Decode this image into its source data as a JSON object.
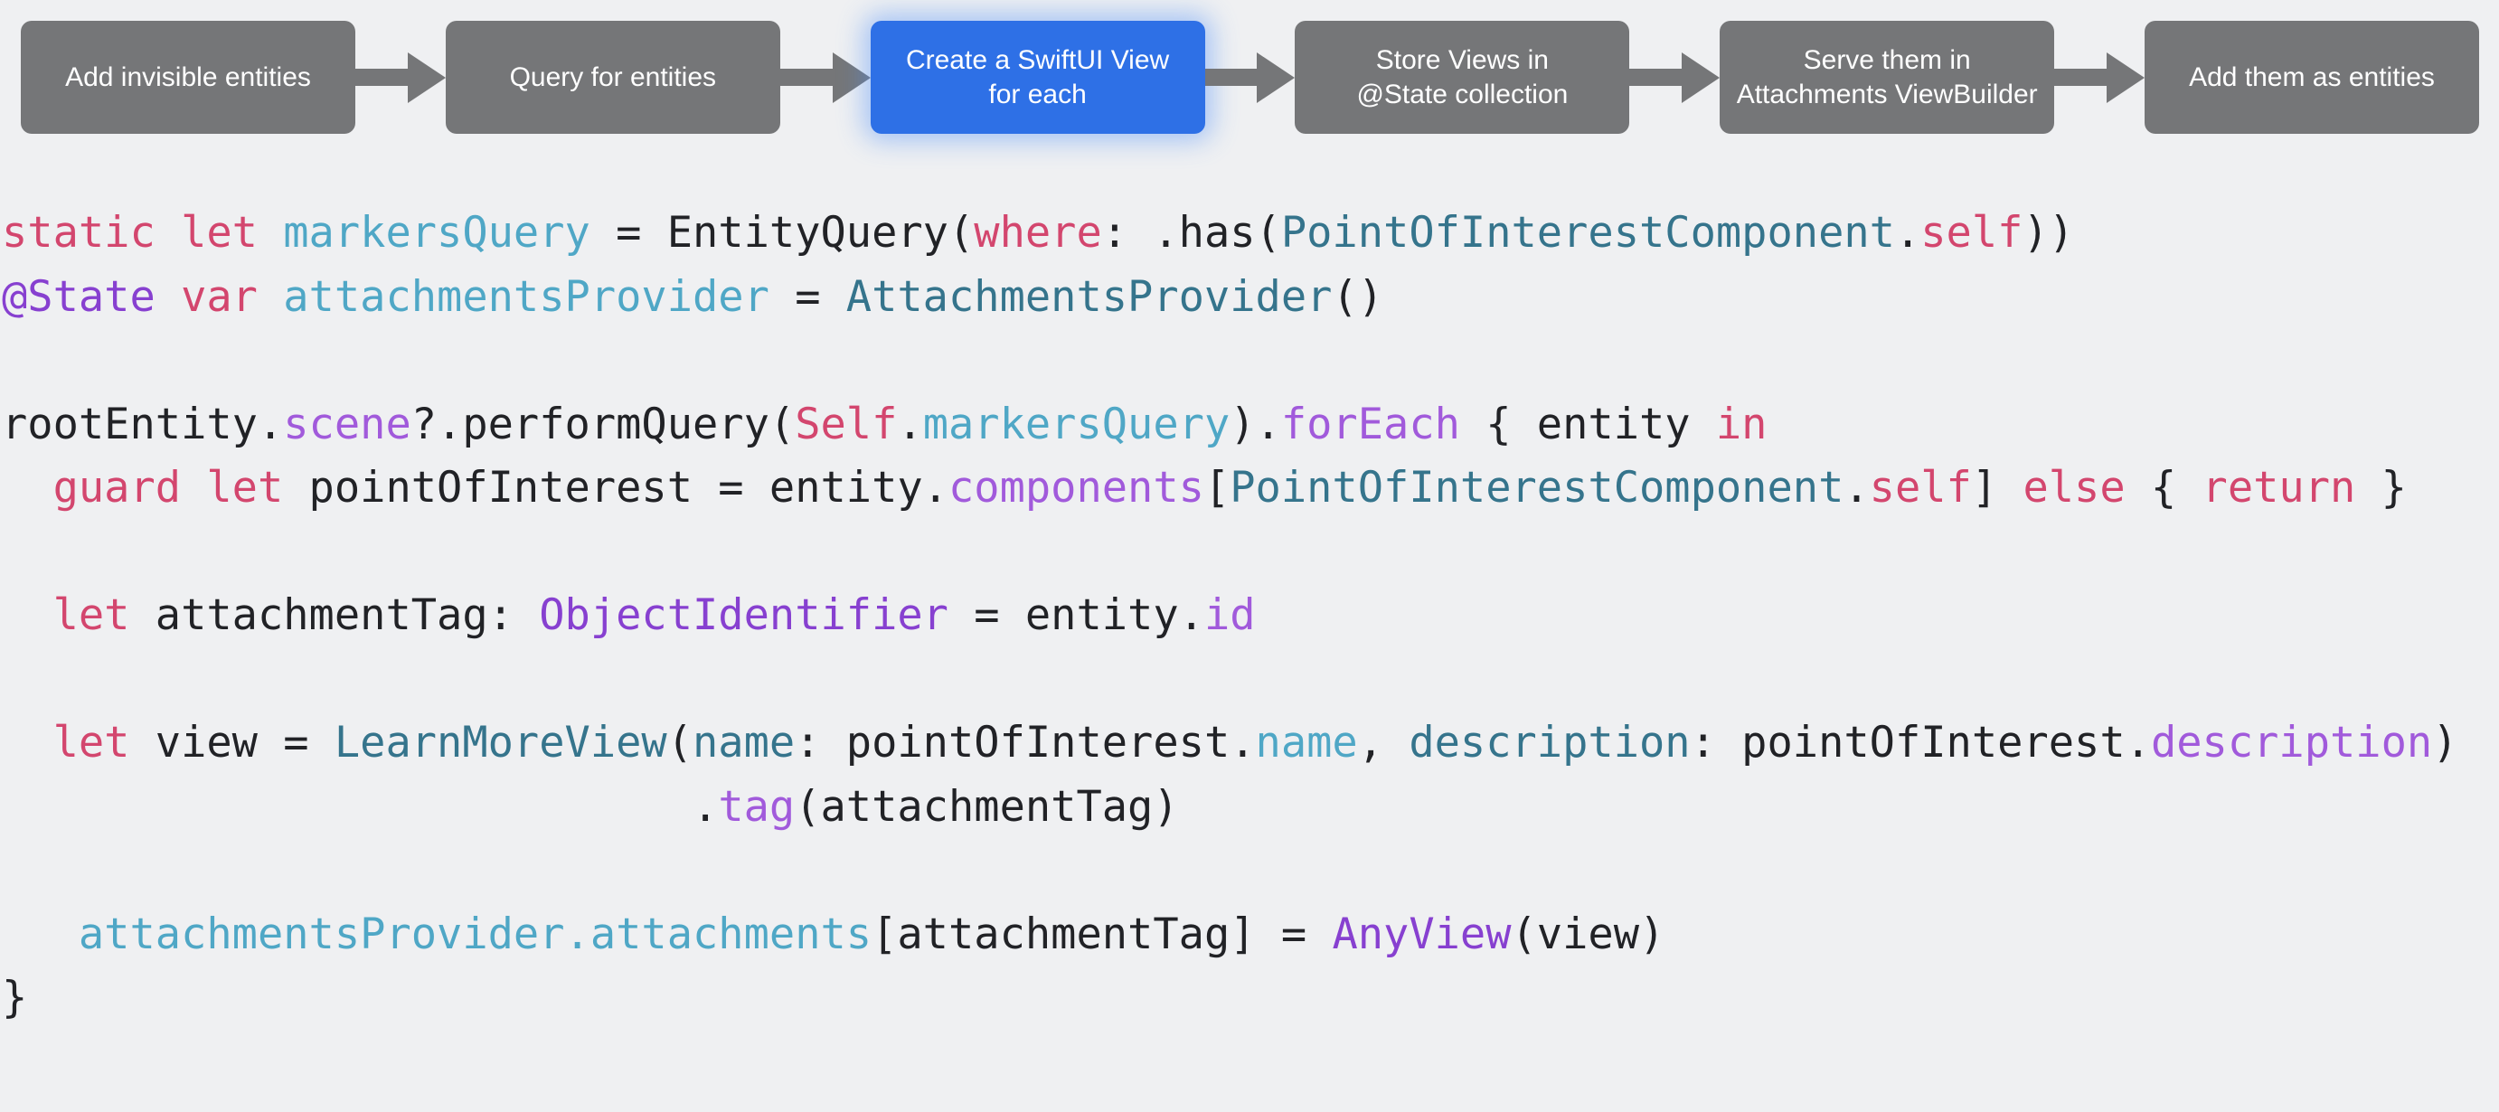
{
  "page": {
    "background": "#EFF0F2"
  },
  "flow": {
    "box_color": "#757678",
    "active_color": "#2E70E6",
    "arrow_color": "#757678",
    "text_color": "#FFFFFF",
    "steps": [
      {
        "label": "Add invisible entities",
        "active": false
      },
      {
        "label": "Query for entities",
        "active": false
      },
      {
        "label": "Create a SwiftUI View\nfor each",
        "active": true
      },
      {
        "label": "Store Views in\n@State collection",
        "active": false
      },
      {
        "label": "Serve them in\nAttachments ViewBuilder",
        "active": false
      },
      {
        "label": "Add them as entities",
        "active": false
      }
    ]
  },
  "code": {
    "language": "swift",
    "colors": {
      "keyword": "#D3466E",
      "attribute": "#8740D0",
      "type": "#35748C",
      "variable": "#4FA7C6",
      "property": "#A15ADB",
      "plain": "#212226"
    },
    "lines": [
      {
        "tokens": [
          {
            "c": "k",
            "t": "static"
          },
          {
            "c": "pl",
            "t": " "
          },
          {
            "c": "k",
            "t": "let"
          },
          {
            "c": "pl",
            "t": " "
          },
          {
            "c": "v",
            "t": "markersQuery"
          },
          {
            "c": "pl",
            "t": " = EntityQuery("
          },
          {
            "c": "k",
            "t": "where"
          },
          {
            "c": "pl",
            "t": ": .has("
          },
          {
            "c": "tp",
            "t": "PointOfInterestComponent"
          },
          {
            "c": "pl",
            "t": "."
          },
          {
            "c": "k",
            "t": "self"
          },
          {
            "c": "pl",
            "t": "))"
          }
        ]
      },
      {
        "tokens": [
          {
            "c": "at",
            "t": "@State"
          },
          {
            "c": "pl",
            "t": " "
          },
          {
            "c": "k",
            "t": "var"
          },
          {
            "c": "pl",
            "t": " "
          },
          {
            "c": "v",
            "t": "attachmentsProvider"
          },
          {
            "c": "pl",
            "t": " = "
          },
          {
            "c": "tp",
            "t": "AttachmentsProvider"
          },
          {
            "c": "pl",
            "t": "()"
          }
        ]
      },
      {
        "tokens": []
      },
      {
        "tokens": [
          {
            "c": "pl",
            "t": "rootEntity."
          },
          {
            "c": "pr",
            "t": "scene"
          },
          {
            "c": "pl",
            "t": "?.performQuery("
          },
          {
            "c": "k",
            "t": "Self"
          },
          {
            "c": "pl",
            "t": "."
          },
          {
            "c": "v",
            "t": "markersQuery"
          },
          {
            "c": "pl",
            "t": ")."
          },
          {
            "c": "pr",
            "t": "forEach"
          },
          {
            "c": "pl",
            "t": " { entity "
          },
          {
            "c": "k",
            "t": "in"
          }
        ]
      },
      {
        "tokens": [
          {
            "c": "pl",
            "t": "  "
          },
          {
            "c": "k",
            "t": "guard"
          },
          {
            "c": "pl",
            "t": " "
          },
          {
            "c": "k",
            "t": "let"
          },
          {
            "c": "pl",
            "t": " pointOfInterest = entity."
          },
          {
            "c": "pr",
            "t": "components"
          },
          {
            "c": "pl",
            "t": "["
          },
          {
            "c": "tp",
            "t": "PointOfInterestComponent"
          },
          {
            "c": "pl",
            "t": "."
          },
          {
            "c": "k",
            "t": "self"
          },
          {
            "c": "pl",
            "t": "] "
          },
          {
            "c": "k",
            "t": "else"
          },
          {
            "c": "pl",
            "t": " { "
          },
          {
            "c": "k",
            "t": "return"
          },
          {
            "c": "pl",
            "t": " }"
          }
        ]
      },
      {
        "tokens": []
      },
      {
        "tokens": [
          {
            "c": "pl",
            "t": "  "
          },
          {
            "c": "k",
            "t": "let"
          },
          {
            "c": "pl",
            "t": " attachmentTag: "
          },
          {
            "c": "at",
            "t": "ObjectIdentifier"
          },
          {
            "c": "pl",
            "t": " = entity."
          },
          {
            "c": "pr",
            "t": "id"
          }
        ]
      },
      {
        "tokens": []
      },
      {
        "tokens": [
          {
            "c": "pl",
            "t": "  "
          },
          {
            "c": "k",
            "t": "let"
          },
          {
            "c": "pl",
            "t": " view = "
          },
          {
            "c": "tp",
            "t": "LearnMoreView"
          },
          {
            "c": "pl",
            "t": "("
          },
          {
            "c": "tp",
            "t": "name"
          },
          {
            "c": "pl",
            "t": ": pointOfInterest."
          },
          {
            "c": "v",
            "t": "name"
          },
          {
            "c": "pl",
            "t": ", "
          },
          {
            "c": "tp",
            "t": "description"
          },
          {
            "c": "pl",
            "t": ": pointOfInterest."
          },
          {
            "c": "pr",
            "t": "description"
          },
          {
            "c": "pl",
            "t": ")"
          }
        ]
      },
      {
        "tokens": [
          {
            "c": "pl",
            "t": "                           ."
          },
          {
            "c": "pr",
            "t": "tag"
          },
          {
            "c": "pl",
            "t": "(attachmentTag)"
          }
        ]
      },
      {
        "tokens": []
      },
      {
        "tokens": [
          {
            "c": "pl",
            "t": "   "
          },
          {
            "c": "v",
            "t": "attachmentsProvider.attachments"
          },
          {
            "c": "pl",
            "t": "[attachmentTag] = "
          },
          {
            "c": "at",
            "t": "AnyView"
          },
          {
            "c": "pl",
            "t": "(view)"
          }
        ]
      },
      {
        "tokens": [
          {
            "c": "pl",
            "t": "}"
          }
        ]
      }
    ]
  }
}
